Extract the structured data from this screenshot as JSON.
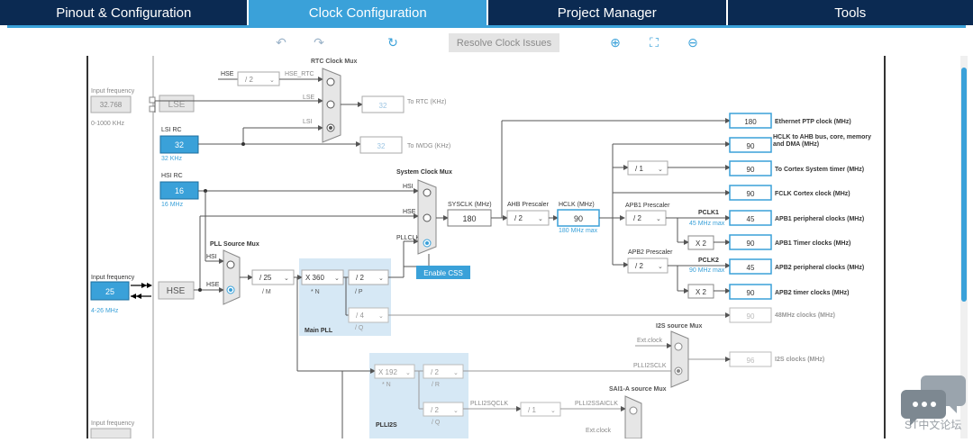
{
  "tabs": [
    {
      "label": "Pinout & Configuration",
      "active": false
    },
    {
      "label": "Clock Configuration",
      "active": true
    },
    {
      "label": "Project Manager",
      "active": false
    },
    {
      "label": "Tools",
      "active": false
    }
  ],
  "toolbar": {
    "resolve_label": "Resolve Clock Issues",
    "icons": [
      "undo-icon",
      "redo-icon",
      "refresh-icon",
      "zoom-in-icon",
      "fit-icon",
      "zoom-out-icon"
    ]
  },
  "diagram": {
    "left_inputs": {
      "input_frequency_label": "Input frequency",
      "lse_input_value": "32.768",
      "lse_range": "0-1000 KHz",
      "lse_label": "LSE",
      "lsi_rc_label": "LSI RC",
      "lsi_value": "32",
      "lsi_unit": "32 KHz",
      "hsi_rc_label": "HSI RC",
      "hsi_value": "16",
      "hsi_unit": "16 MHz",
      "hse_input_label": "Input frequency",
      "hse_input_value": "25",
      "hse_range": "4-26 MHz",
      "hse_label": "HSE",
      "bottom_input_label": "Input frequency"
    },
    "rtc": {
      "mux_title": "RTC Clock Mux",
      "hse_label": "HSE",
      "divider": "/ 2",
      "hse_rtc_label": "HSE_RTC",
      "lse_label": "LSE",
      "lsi_label": "LSI",
      "rtc_value": "32",
      "rtc_label": "To RTC (KHz)",
      "iwdg_value": "32",
      "iwdg_label": "To IWDG (KHz)"
    },
    "pll": {
      "source_mux_title": "PLL Source Mux",
      "hsi_label": "HSI",
      "hse_label": "HSE",
      "m_div": "/ 25",
      "m_label": "/ M",
      "n_mul": "X 360",
      "n_label": "* N",
      "p_div": "/ 2",
      "p_label": "/ P",
      "q_div": "/ 4",
      "q_label": "/ Q",
      "main_pll_label": "Main PLL"
    },
    "system": {
      "mux_title": "System Clock Mux",
      "hsi_label": "HSI",
      "hse_label": "HSE",
      "pllclk_label": "PLLCLK",
      "enable_css": "Enable CSS",
      "sysclk_label": "SYSCLK (MHz)",
      "sysclk_value": "180",
      "ahb_label": "AHB Prescaler",
      "ahb_div": "/ 2",
      "hclk_label": "HCLK (MHz)",
      "hclk_value": "90",
      "hclk_max": "180 MHz max"
    },
    "apb": {
      "cortex_div": "/ 1",
      "apb1_label": "APB1 Prescaler",
      "apb1_div": "/ 2",
      "pclk1_label": "PCLK1",
      "pclk1_max": "45 MHz max",
      "apb1_timer_mul": "X 2",
      "apb2_label": "APB2 Prescaler",
      "apb2_div": "/ 2",
      "pclk2_label": "PCLK2",
      "pclk2_max": "90 MHz max",
      "apb2_timer_mul": "X 2"
    },
    "outputs": [
      {
        "value": "180",
        "label": "Ethernet PTP clock (MHz)",
        "enabled": true
      },
      {
        "value": "90",
        "label": "HCLK to AHB bus, core, memory and DMA (MHz)",
        "enabled": true
      },
      {
        "value": "90",
        "label": "To Cortex System timer (MHz)",
        "enabled": true
      },
      {
        "value": "90",
        "label": "FCLK Cortex clock (MHz)",
        "enabled": true
      },
      {
        "value": "45",
        "label": "APB1 peripheral clocks (MHz)",
        "enabled": true
      },
      {
        "value": "90",
        "label": "APB1 Timer clocks (MHz)",
        "enabled": true
      },
      {
        "value": "45",
        "label": "APB2 peripheral clocks (MHz)",
        "enabled": true
      },
      {
        "value": "90",
        "label": "APB2 timer clocks (MHz)",
        "enabled": true
      },
      {
        "value": "90",
        "label": "48MHz clocks (MHz)",
        "enabled": false
      },
      {
        "value": "96",
        "label": "I2S clocks (MHz)",
        "enabled": false
      }
    ],
    "i2s": {
      "mux_title": "I2S source Mux",
      "ext_clock": "Ext.clock",
      "plli2sclk": "PLLI2SCLK"
    },
    "plli2s": {
      "n_mul": "X 192",
      "n_label": "* N",
      "r_div": "/ 2",
      "r_label": "/ R",
      "q_div": "/ 2",
      "q_label": "/ Q",
      "plli2sqclk": "PLLI2SQCLK",
      "sai_div": "/ 1",
      "plli2ssaiclk": "PLLI2SSAICLK",
      "label": "PLLI2S"
    },
    "sai": {
      "mux_title": "SAI1-A source Mux",
      "ext_clock": "Ext.clock"
    }
  },
  "watermark": {
    "text": "ST中文论坛"
  },
  "colors": {
    "nav_dark": "#0b2a52",
    "accent": "#3aa1d9",
    "pll_region": "#d6e8f5"
  }
}
